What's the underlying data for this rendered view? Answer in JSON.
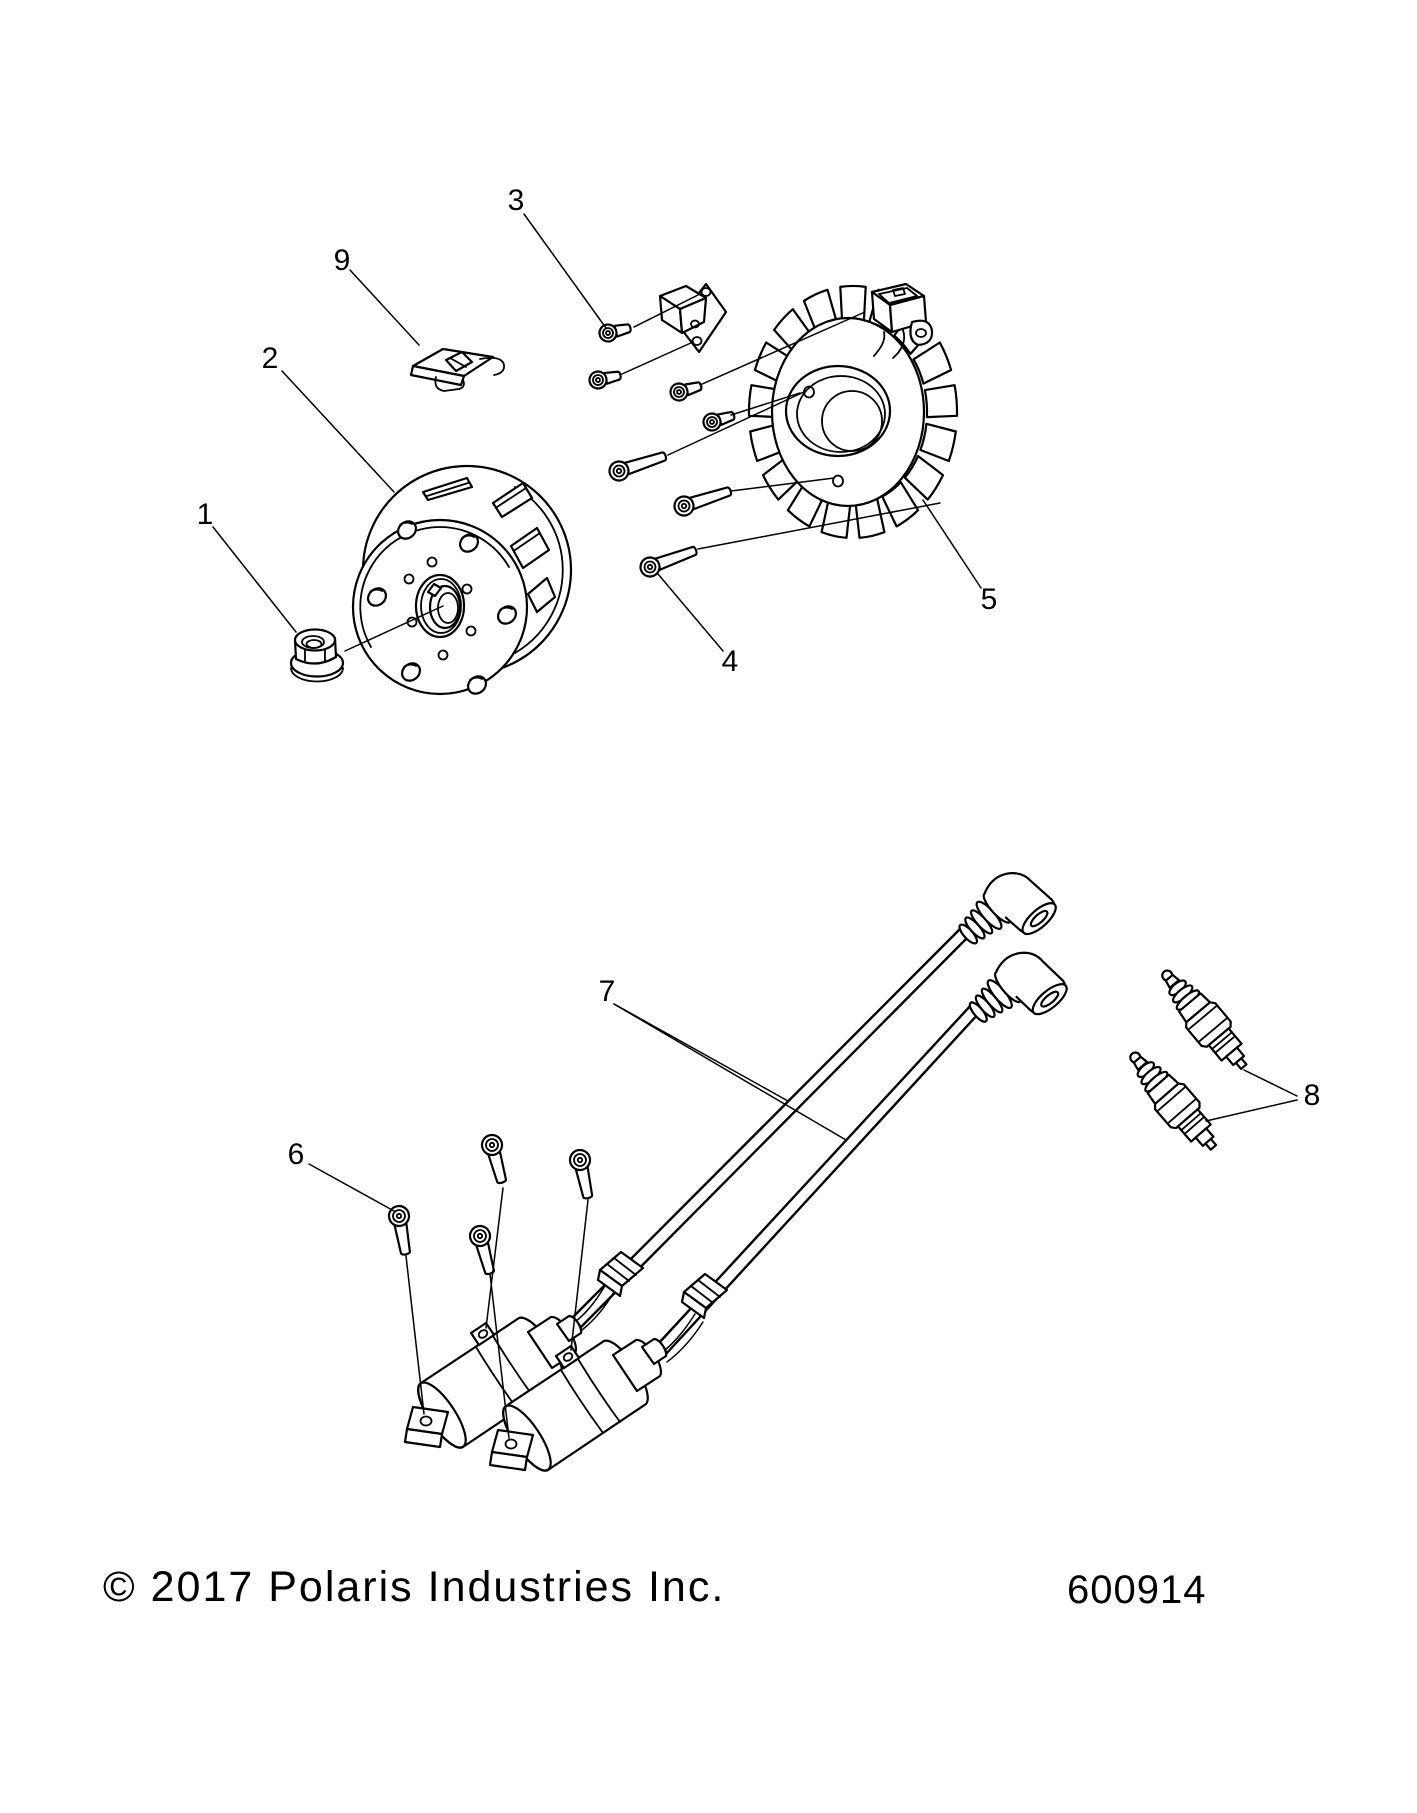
{
  "page": {
    "background": "#ffffff",
    "line_color": "#000000"
  },
  "diagram": {
    "callouts": [
      {
        "label": "1"
      },
      {
        "label": "2"
      },
      {
        "label": "3"
      },
      {
        "label": "4"
      },
      {
        "label": "5"
      },
      {
        "label": "6"
      },
      {
        "label": "7"
      },
      {
        "label": "8"
      },
      {
        "label": "9"
      }
    ],
    "footer": {
      "copyright": "© 2017 Polaris Industries Inc.",
      "drawing_number": "600914"
    }
  }
}
